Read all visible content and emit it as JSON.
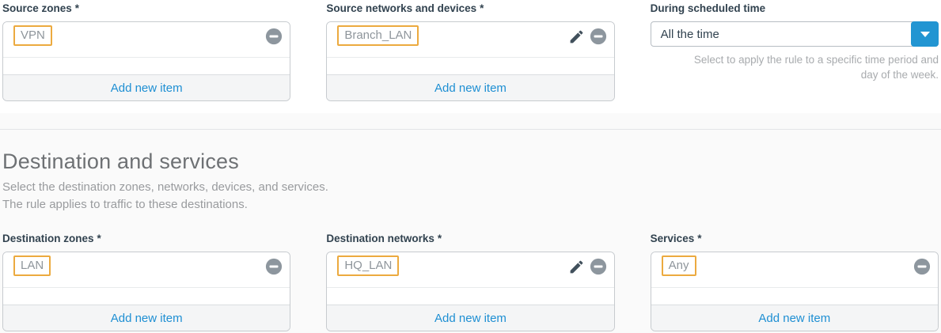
{
  "ui": {
    "required_marker": "*"
  },
  "colors": {
    "accent_blue": "#1e8fd3",
    "select_button_blue": "#2295d2",
    "highlight_orange": "#ecaa3f",
    "label_navy": "#31424f",
    "section_background": "#fafafa"
  },
  "source": {
    "fields": [
      {
        "label": "Source zones",
        "items": [
          {
            "name": "VPN"
          }
        ],
        "add_label": "Add new item"
      },
      {
        "label": "Source networks and devices",
        "items": [
          {
            "name": "Branch_LAN"
          }
        ],
        "add_label": "Add new item"
      }
    ],
    "schedule": {
      "label": "During scheduled time",
      "value": "All the time",
      "helper_line1": "Select to apply the rule to a specific time period and",
      "helper_line2": "day of the week."
    }
  },
  "destination": {
    "title": "Destination and services",
    "subtitle_line1": "Select the destination zones, networks, devices, and services.",
    "subtitle_line2": "The rule applies to traffic to these destinations.",
    "fields": [
      {
        "label": "Destination zones",
        "items": [
          {
            "name": "LAN"
          }
        ],
        "add_label": "Add new item"
      },
      {
        "label": "Destination networks",
        "items": [
          {
            "name": "HQ_LAN"
          }
        ],
        "add_label": "Add new item"
      },
      {
        "label": "Services",
        "items": [
          {
            "name": "Any"
          }
        ],
        "add_label": "Add new item"
      }
    ]
  }
}
